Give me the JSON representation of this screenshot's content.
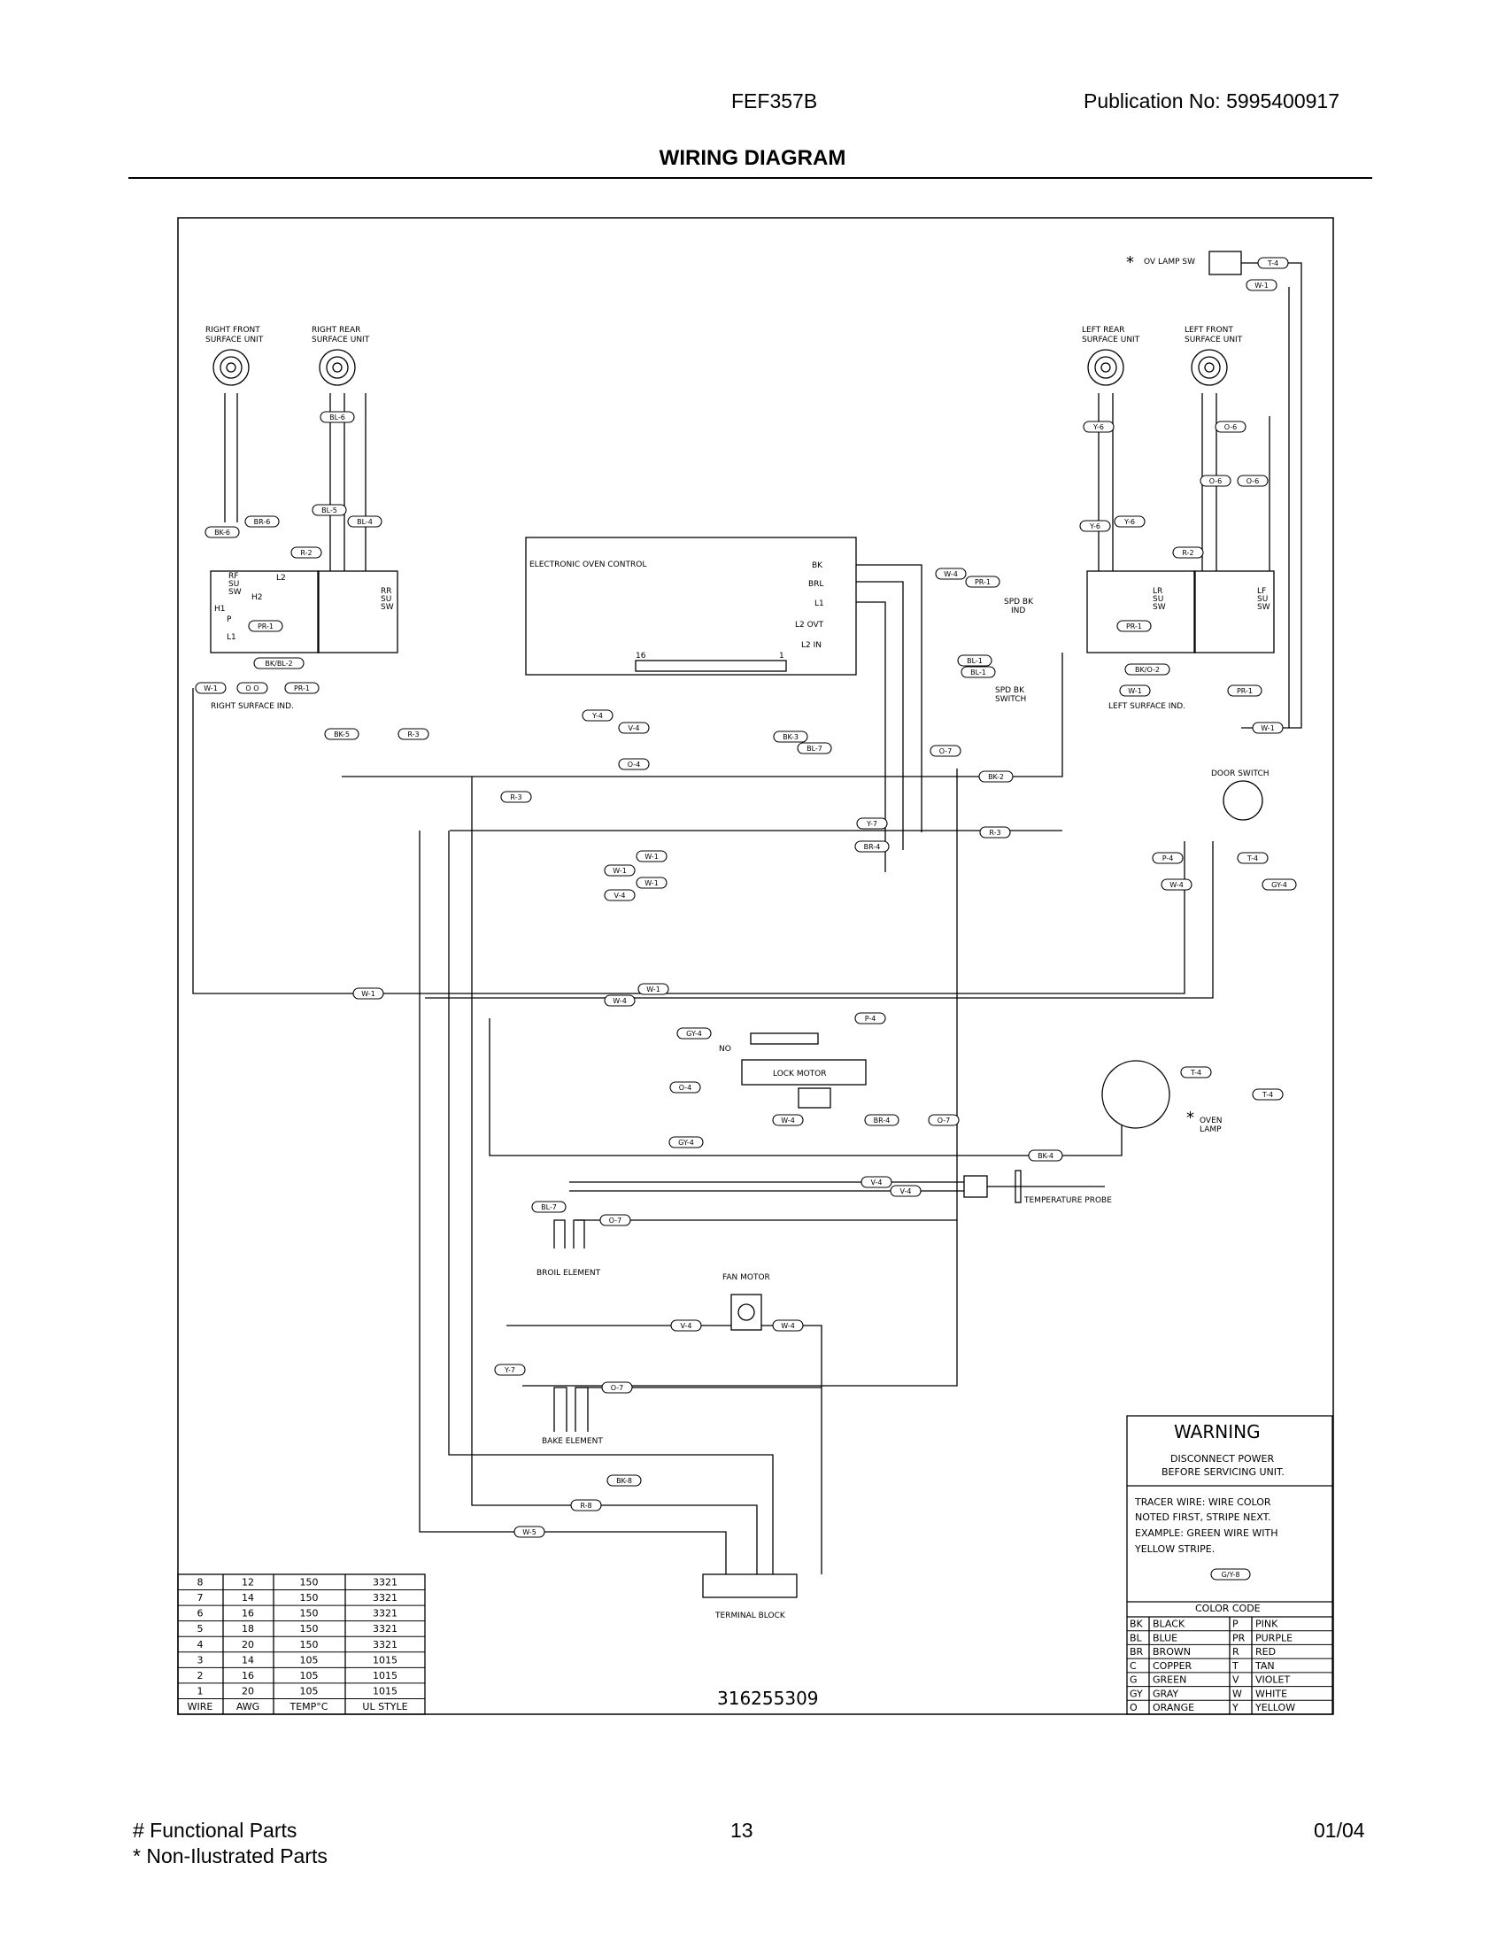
{
  "header": {
    "model": "FEF357B",
    "publication": "Publication No:  5995400917",
    "title": "WIRING DIAGRAM"
  },
  "footer": {
    "functional": "# Functional Parts",
    "non_illustrated": "* Non-Ilustrated Parts",
    "page": "13",
    "date": "01/04"
  },
  "diagram": {
    "components": {
      "rf_unit": [
        "RIGHT FRONT",
        "SURFACE UNIT"
      ],
      "rr_unit": [
        "RIGHT REAR",
        "SURFACE UNIT"
      ],
      "lr_unit": [
        "LEFT REAR",
        "SURFACE UNIT"
      ],
      "lf_unit": [
        "LEFT FRONT",
        "SURFACE UNIT"
      ],
      "ov_lamp_sw": "OV LAMP SW",
      "asterisk": "*",
      "eoc": "ELECTRONIC OVEN CONTROL",
      "eoc_terms": [
        "BK",
        "BRL",
        "L1",
        "L2 OVT",
        "L2 IN"
      ],
      "eoc_pin_first": "16",
      "eoc_pin_last": "1",
      "spd_bk_ind": [
        "SPD BK",
        "IND"
      ],
      "spd_bk_switch": [
        "SPD BK",
        "SWITCH"
      ],
      "right_surface_ind": "RIGHT SURFACE IND.",
      "left_surface_ind": "LEFT SURFACE IND.",
      "door_switch": "DOOR SWITCH",
      "lock_motor": "LOCK MOTOR",
      "no": "NO",
      "oven_lamp": [
        "OVEN",
        "LAMP"
      ],
      "temp_probe": "TEMPERATURE PROBE",
      "broil_element": "BROIL ELEMENT",
      "fan_motor": "FAN MOTOR",
      "bake_element": "BAKE ELEMENT",
      "terminal_block": "TERMINAL BLOCK",
      "rf_sw": [
        "RF",
        "SU",
        "SW"
      ],
      "rr_sw": [
        "RR",
        "SU",
        "SW"
      ],
      "lr_sw": [
        "LR",
        "SU",
        "SW"
      ],
      "lf_sw": [
        "LF",
        "SU",
        "SW"
      ],
      "sw_terms": {
        "l2": "L2",
        "h1": "H1",
        "h2": "H2",
        "p": "P",
        "l1": "L1"
      },
      "part_number": "316255309"
    },
    "wire_labels": {
      "bl6": "BL-6",
      "br6": "BR-6",
      "bk6": "BK-6",
      "bl5": "BL-5",
      "bl4": "BL-4",
      "r2a": "R-2",
      "pr1a": "PR-1",
      "bkbl2": "BK/BL-2",
      "w1a": "W-1",
      "o0": "O O",
      "pr1b": "PR-1",
      "bk5": "BK-5",
      "r3a": "R-3",
      "y6a": "Y-6",
      "o6a": "O-6",
      "o6b": "O-6",
      "o6c": "O-6",
      "y6b": "Y-6",
      "y6c": "Y-6",
      "r2b": "R-2",
      "pr1c": "PR-1",
      "bko2": "BK/O-2",
      "w1b": "W-1",
      "pr1d": "PR-1",
      "t4a": "T-4",
      "w1c": "W-1",
      "w1d": "W-1",
      "w4a": "W-4",
      "pr1e": "PR-1",
      "bl1": "BL-1",
      "bl1b": "BL-1",
      "y4a": "Y-4",
      "v4a": "V-4",
      "o4": "O-4",
      "bk3": "BK-3",
      "bl7a": "BL-7",
      "o7a": "O-7",
      "bk2": "BK-2",
      "r3b": "R-3",
      "y7a": "Y-7",
      "r3c": "R-3",
      "br4a": "BR-4",
      "w1e": "W-1",
      "w1f": "W-1",
      "w1g": "W-1",
      "v4b": "V-4",
      "p4": "P-4",
      "t4b": "T-4",
      "w4b": "W-4",
      "gy4a": "GY-4",
      "w1h": "W-1",
      "w4c": "W-4",
      "w1i": "W-1",
      "p4b": "P-4",
      "gy4b": "GY-4",
      "o4b": "O-4",
      "w4d": "W-4",
      "br4b": "BR-4",
      "o7b": "O-7",
      "gy4c": "GY-4",
      "t4c": "T-4",
      "t4d": "T-4",
      "bk4": "BK-4",
      "v4c": "V-4",
      "v4d": "V-4",
      "bl7b": "BL-7",
      "o7c": "O-7",
      "v4e": "V-4",
      "w4e": "W-4",
      "y7b": "Y-7",
      "o7d": "O-7",
      "bk8": "BK-8",
      "r8": "R-8",
      "w5": "W-5",
      "gy8": "G/Y-8"
    },
    "warning": {
      "title": "WARNING",
      "lines": [
        "DISCONNECT POWER",
        "BEFORE SERVICING UNIT."
      ],
      "tracer": [
        "TRACER WIRE:   WIRE COLOR",
        "NOTED FIRST, STRIPE NEXT.",
        "EXAMPLE:    GREEN WIRE WITH",
        "YELLOW STRIPE."
      ]
    },
    "wire_table": {
      "headers": [
        "WIRE",
        "AWG",
        "TEMP°C",
        "UL STYLE"
      ],
      "rows": [
        [
          "8",
          "12",
          "150",
          "3321"
        ],
        [
          "7",
          "14",
          "150",
          "3321"
        ],
        [
          "6",
          "16",
          "150",
          "3321"
        ],
        [
          "5",
          "18",
          "150",
          "3321"
        ],
        [
          "4",
          "20",
          "150",
          "3321"
        ],
        [
          "3",
          "14",
          "105",
          "1015"
        ],
        [
          "2",
          "16",
          "105",
          "1015"
        ],
        [
          "1",
          "20",
          "105",
          "1015"
        ]
      ]
    },
    "color_code": {
      "title": "COLOR CODE",
      "rows": [
        [
          "BK",
          "BLACK",
          "P",
          "PINK"
        ],
        [
          "BL",
          "BLUE",
          "PR",
          "PURPLE"
        ],
        [
          "BR",
          "BROWN",
          "R",
          "RED"
        ],
        [
          "C",
          "COPPER",
          "T",
          "TAN"
        ],
        [
          "G",
          "GREEN",
          "V",
          "VIOLET"
        ],
        [
          "GY",
          "GRAY",
          "W",
          "WHITE"
        ],
        [
          "O",
          "ORANGE",
          "Y",
          "YELLOW"
        ]
      ]
    }
  }
}
